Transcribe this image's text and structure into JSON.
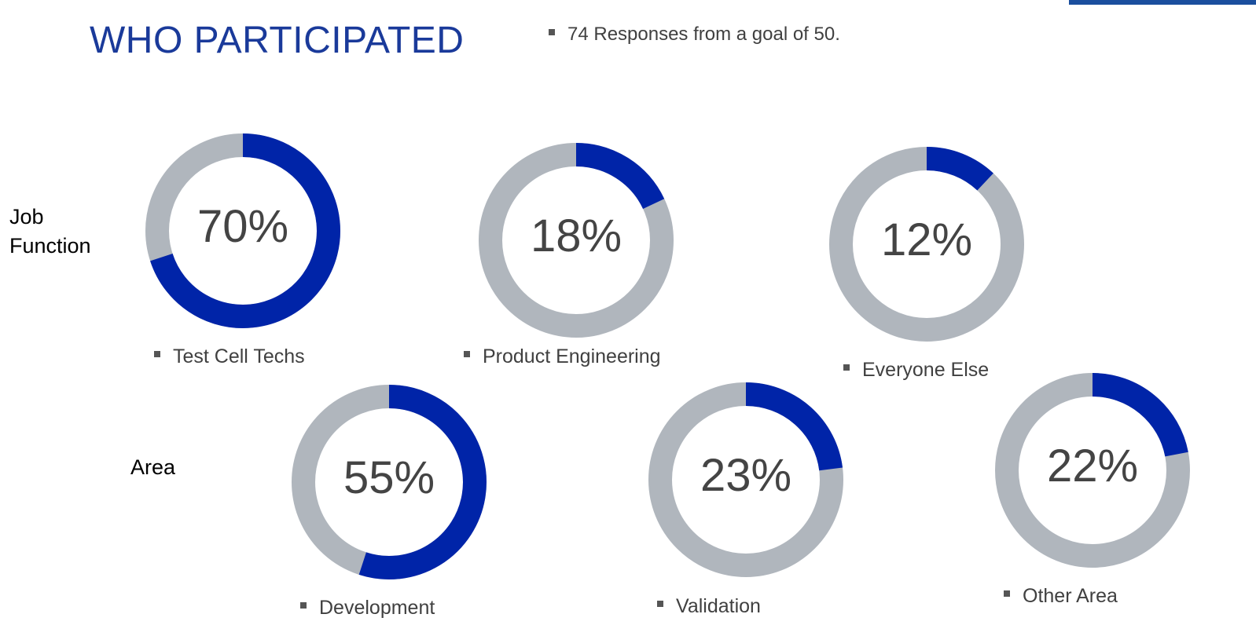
{
  "slide": {
    "title": "WHO PARTICIPATED",
    "summary": "74 Responses from a goal of 50.",
    "colors": {
      "title": "#1a3a9a",
      "accent": "#0024a8",
      "remainder": "#b0b6bd",
      "text": "#444444"
    }
  },
  "rows": {
    "job_function": {
      "label_line1": "Job",
      "label_line2": "Function"
    },
    "area": {
      "label": "Area"
    }
  },
  "chart_data": [
    {
      "type": "pie",
      "group": "Job Function",
      "label": "Test Cell Techs",
      "value": 70,
      "display": "70%"
    },
    {
      "type": "pie",
      "group": "Job Function",
      "label": "Product Engineering",
      "value": 18,
      "display": "18%"
    },
    {
      "type": "pie",
      "group": "Job Function",
      "label": "Everyone Else",
      "value": 12,
      "display": "12%"
    },
    {
      "type": "pie",
      "group": "Area",
      "label": "Development",
      "value": 55,
      "display": "55%"
    },
    {
      "type": "pie",
      "group": "Area",
      "label": "Validation",
      "value": 23,
      "display": "23%"
    },
    {
      "type": "pie",
      "group": "Area",
      "label": "Other Area",
      "value": 22,
      "display": "22%"
    }
  ]
}
